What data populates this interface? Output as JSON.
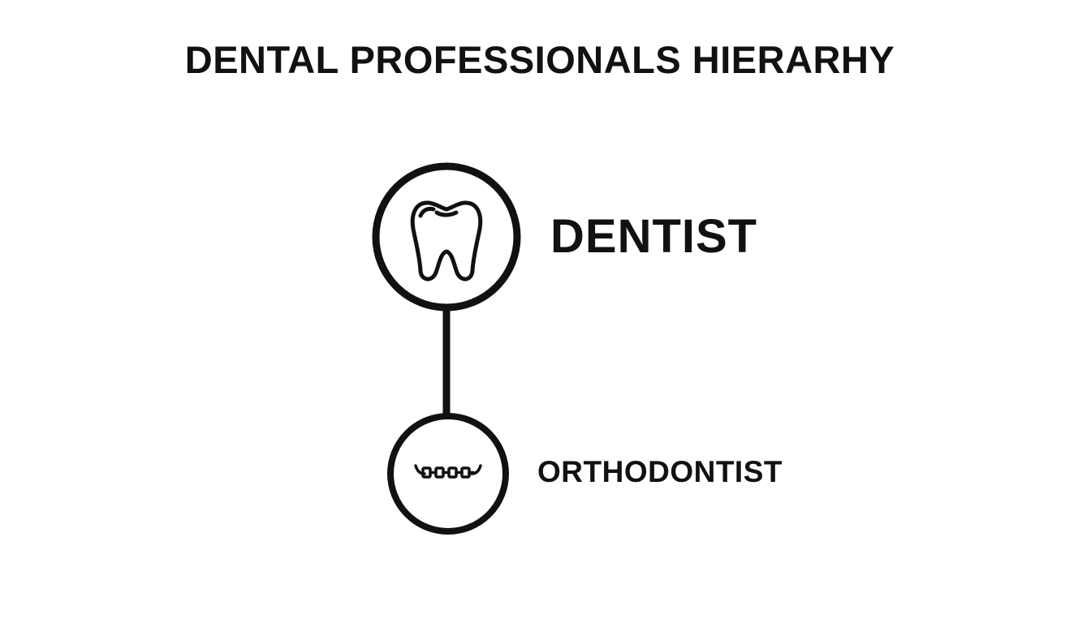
{
  "title": "DENTAL PROFESSIONALS HIERARHY",
  "nodes": [
    {
      "label": "DENTIST",
      "icon": "tooth-icon",
      "level": "parent"
    },
    {
      "label": "ORTHODONTIST",
      "icon": "braces-icon",
      "level": "child"
    }
  ],
  "colors": {
    "stroke": "#111111",
    "background": "#ffffff"
  }
}
